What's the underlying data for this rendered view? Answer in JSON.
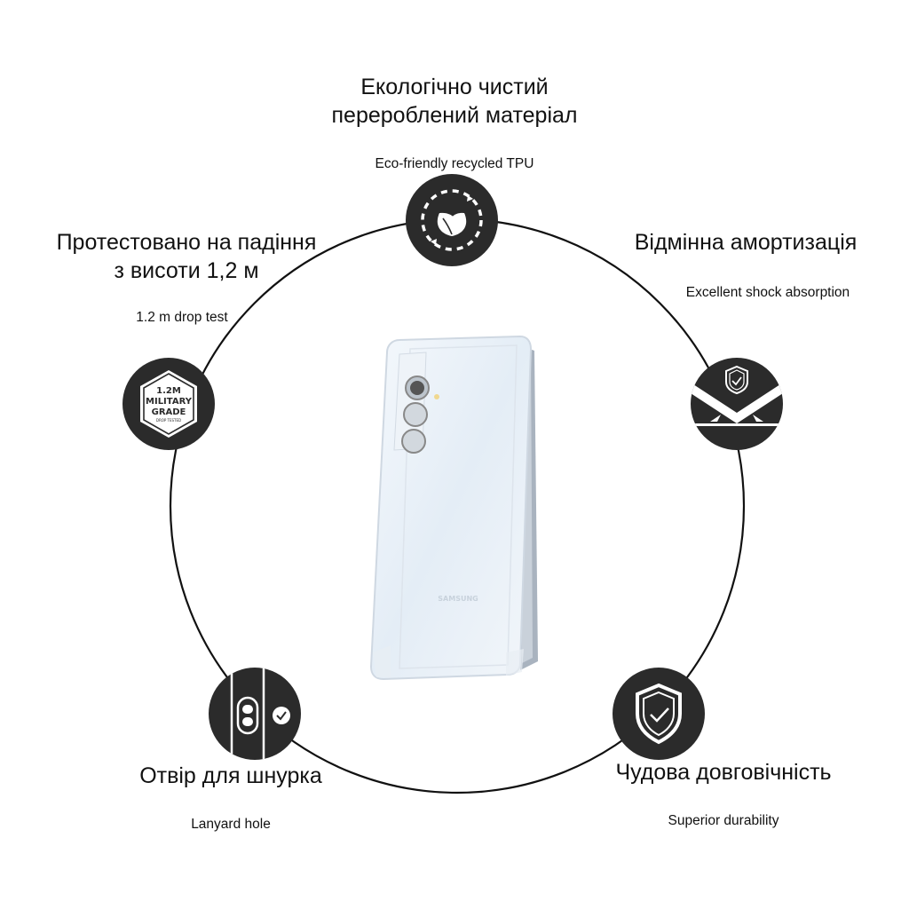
{
  "features": {
    "eco": {
      "title_line1": "Екологічно чистий",
      "title_line2": "перероблений матеріал",
      "subtitle": "Eco-friendly recycled TPU",
      "icon": "recycle-leaf-icon"
    },
    "drop": {
      "title_line1": "Протестовано на падіння",
      "title_line2": "з висоти 1,2 м",
      "subtitle": "1.2 m drop test",
      "icon": "military-grade-badge-icon",
      "badge_line1": "1.2M",
      "badge_line2": "MILITARY",
      "badge_line3": "GRADE",
      "badge_line4": "DROP TESTED"
    },
    "shock": {
      "title_line1": "Відмінна амортизація",
      "subtitle": "Excellent shock absorption",
      "icon": "shock-absorption-icon"
    },
    "lanyard": {
      "title_line1": "Отвір для шнурка",
      "subtitle": "Lanyard hole",
      "icon": "lanyard-hole-icon"
    },
    "durability": {
      "title_line1": "Чудова довговічність",
      "subtitle": "Superior durability",
      "icon": "shield-check-icon"
    }
  },
  "product": {
    "brand_mark": "SAMSUNG",
    "description": "clear phone case"
  },
  "colors": {
    "badge_bg": "#2b2b2b",
    "line": "#111111",
    "background": "#ffffff"
  }
}
